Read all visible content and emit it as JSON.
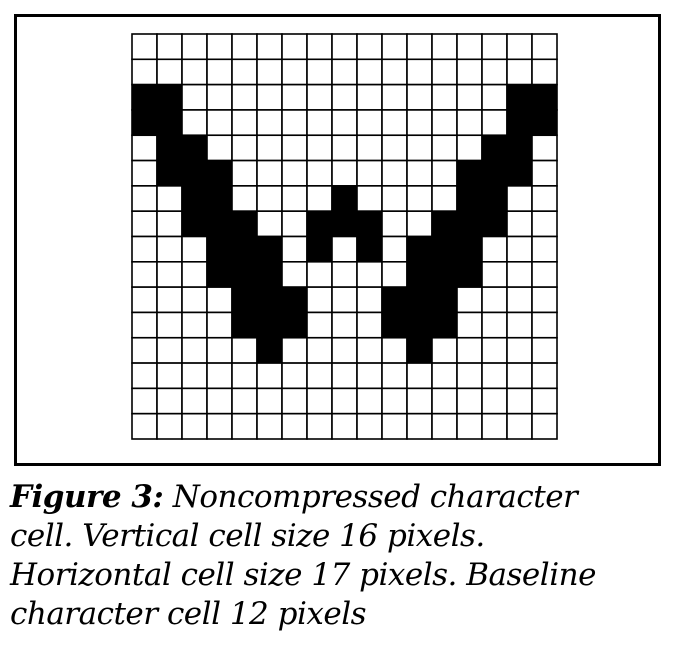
{
  "figure": {
    "cells": {
      "rows": [
        "00000000000000000",
        "00000000000000000",
        "11000000000000011",
        "11000000000000011",
        "01100000000000110",
        "01110000000001110",
        "00110000100001100",
        "00111001110011100",
        "00011101010111000",
        "00011100000111000",
        "00001110001110000",
        "00001110001110000",
        "00000100000100000",
        "00000000000000000",
        "00000000000000000",
        "00000000000000000"
      ]
    },
    "caption": {
      "label": "Figure 3:",
      "line1": " Noncompressed character",
      "line2": "cell. Vertical cell size 16 pixels.",
      "line3": "Horizontal cell size 17 pixels. Baseline",
      "line4": "character cell 12 pixels"
    }
  }
}
